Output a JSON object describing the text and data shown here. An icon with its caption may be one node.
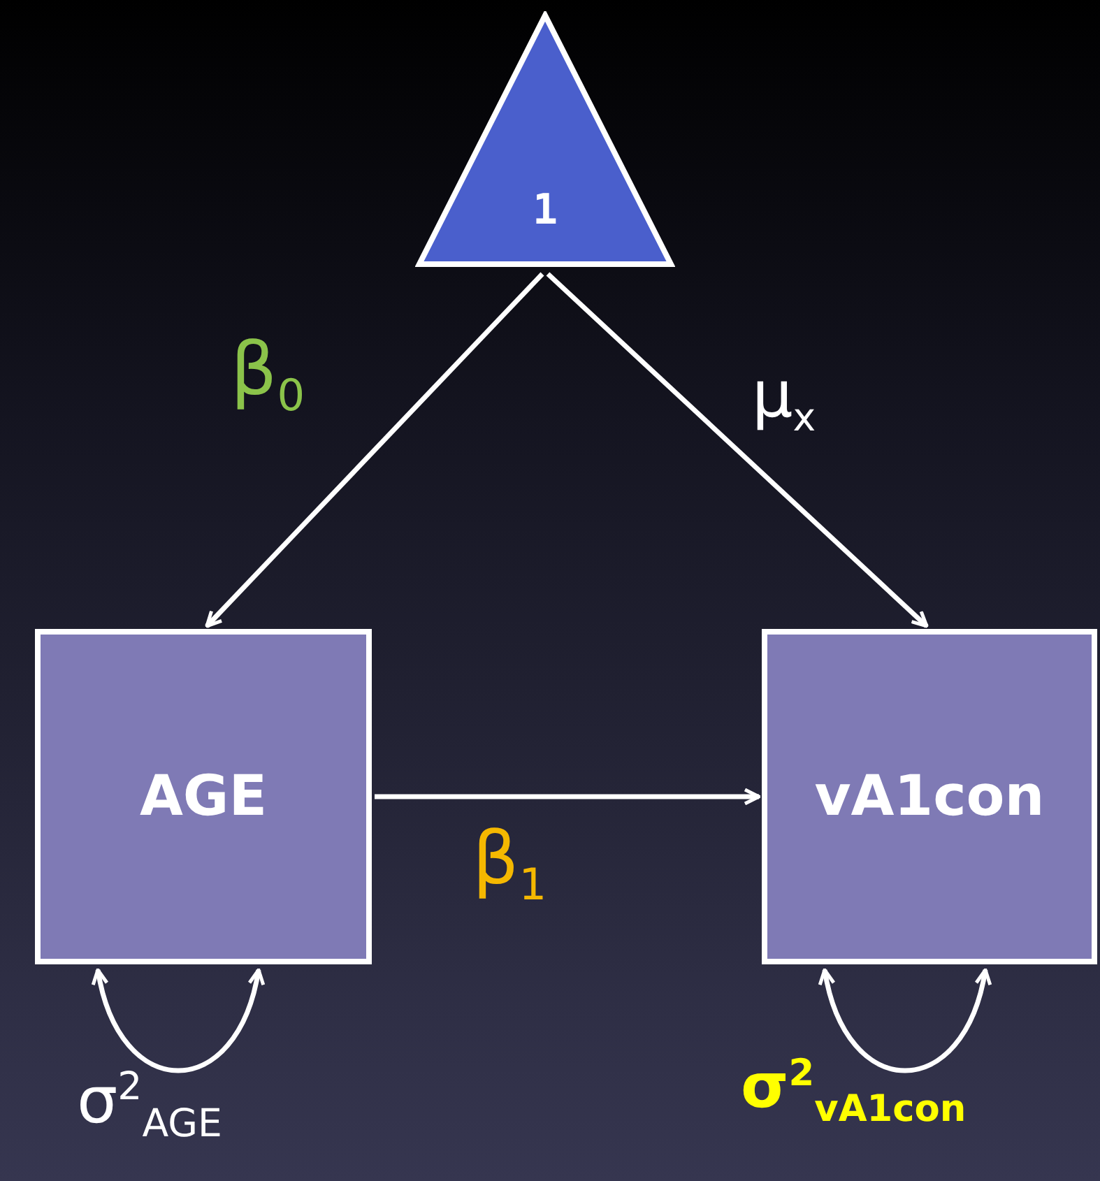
{
  "diagram": {
    "nodes": [
      {
        "text": [
          "1"
        ]
      },
      {
        "text": [
          "AGE"
        ]
      },
      {
        "text": [
          "vA1con"
        ]
      }
    ],
    "edges": [
      {
        "from": 0,
        "to": 1,
        "arrow": "to",
        "label": "β$_{0}$"
      },
      {
        "from": 0,
        "to": 2,
        "arrow": "to",
        "label": "μ$_{x}$"
      },
      {
        "from": 1,
        "to": 2,
        "arrow": "to",
        "label": "β$_{1}$"
      },
      {
        "from": 1,
        "to": 1,
        "arrow": "both",
        "label": "σ$^{2}$$_{AGE}$"
      },
      {
        "from": 2,
        "to": 2,
        "arrow": "both",
        "label": "σ$^{2}$$_{vA1con}$"
      }
    ]
  }
}
